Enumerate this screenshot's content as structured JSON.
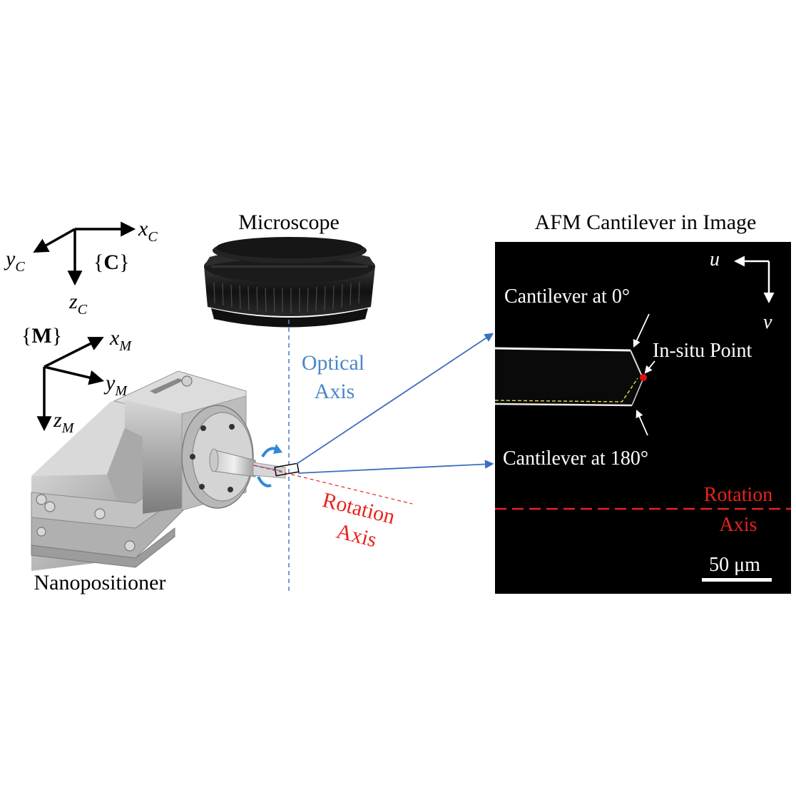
{
  "titles": {
    "microscope": "Microscope",
    "afm_image": "AFM Cantilever in Image",
    "nanopositioner": "Nanopositioner"
  },
  "frame_c": {
    "x": "x",
    "x_sub": "C",
    "y": "y",
    "y_sub": "C",
    "z": "z",
    "z_sub": "C",
    "label_open": "{",
    "label_bold": "C",
    "label_close": "}"
  },
  "frame_m": {
    "x": "x",
    "x_sub": "M",
    "y": "y",
    "y_sub": "M",
    "z": "z",
    "z_sub": "M",
    "label_open": "{",
    "label_bold": "M",
    "label_close": "}"
  },
  "optical_axis": {
    "line1": "Optical",
    "line2": "Axis"
  },
  "rotation_axis_scene": {
    "line1": "Rotation",
    "line2": "Axis"
  },
  "image_panel": {
    "u": "u",
    "v": "v",
    "cantilever_0": "Cantilever at 0°",
    "cantilever_180": "Cantilever at 180°",
    "in_situ_point": "In-situ Point",
    "rotation_line1": "Rotation",
    "rotation_line2": "Axis",
    "scale_bar": "50 μm"
  },
  "colors": {
    "optical_axis": "#4a86c8",
    "rotation_axis": "#e8231c",
    "arrow_blue": "#3a6fbf",
    "panel_bg": "#000000",
    "in_situ_point": "#e01010",
    "highlight_yellow": "#e8e040"
  }
}
